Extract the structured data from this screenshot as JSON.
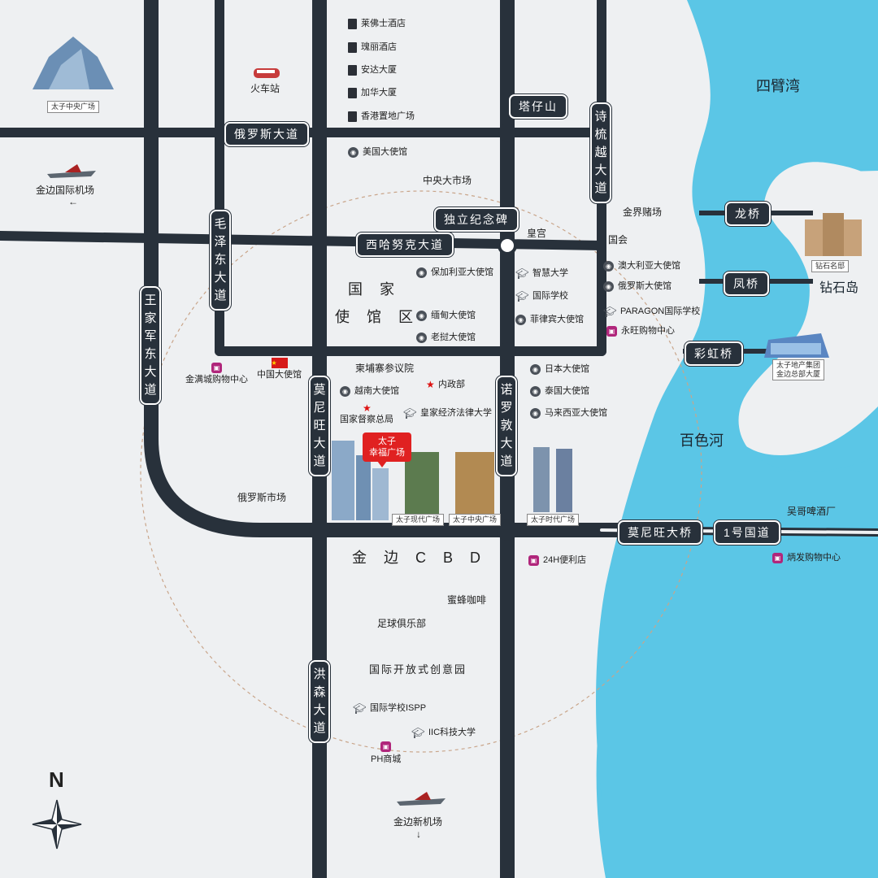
{
  "roads": {
    "russia_blvd": "俄罗斯大道",
    "sihanouk_blvd": "西哈努克大道",
    "mao_tse_tung_blvd": "毛泽东大道",
    "preah_monivong_blvd": "莫尼旺大道",
    "norodom_blvd": "诺罗敦大道",
    "sothearos_blvd": "诗梳越大道",
    "kampuchea_krom_blvd": "王家军东大道",
    "hun_sen_blvd": "洪森大道",
    "national_road_1": "1号国道",
    "monivong_bridge": "莫尼旺大桥",
    "dragon_bridge": "龙桥",
    "phoenix_bridge": "凤桥",
    "rainbow_bridge": "彩虹桥",
    "wat_phnom": "塔仔山",
    "independence_monument": "独立纪念碑"
  },
  "areas": {
    "embassy_line1": "国 家",
    "embassy_line2": "使 馆 区",
    "cbd": "金 边 C B D"
  },
  "water": {
    "tonle_sap_junction": "四臂湾",
    "bassac_river": "百色河",
    "diamond_island": "钻石岛"
  },
  "places": {
    "hotel_raffles": "莱佛士酒店",
    "hotel_rose": "瑰丽酒店",
    "building_anda": "安达大厦",
    "building_canadia": "加华大厦",
    "hk_land": "香港置地广场",
    "us_embassy": "美国大使馆",
    "central_market": "中央大市场",
    "royal_palace": "皇宫",
    "parliament": "国会",
    "naga_casino": "金界赌场",
    "train_station": "火车站",
    "airport": "金边国际机场",
    "airport_arrow": "←",
    "bulgarian_embassy": "保加利亚大使馆",
    "myanmar_embassy": "缅甸大使馆",
    "laos_embassy": "老挝大使馆",
    "smart_university": "智慧大学",
    "intl_school": "国际学校",
    "philippine_embassy": "菲律宾大使馆",
    "australia_embassy": "澳大利亚大使馆",
    "russia_embassy": "俄罗斯大使馆",
    "paragon_school": "PARAGON国际学校",
    "aeon_mall": "永旺购物中心",
    "cambodia_consulate": "柬埔寨参议院",
    "vietnam_embassy": "越南大使馆",
    "interior_ministry": "内政部",
    "national_police": "国家督察总局",
    "royal_law_univ": "皇家经济法律大学",
    "japan_embassy": "日本大使馆",
    "thai_embassy": "泰国大使馆",
    "malaysia_embassy": "马来西亚大使馆",
    "golden_mall": "金满城购物中心",
    "china_embassy": "中国大使馆",
    "russian_market": "俄罗斯市场",
    "store_24h": "24H便利店",
    "bee_coffee": "蜜蜂咖啡",
    "football_club": "足球俱乐部",
    "creative_park": "国际开放式创意园",
    "isPP_school": "国际学校ISPP",
    "iic_univ": "IIC科技大学",
    "ph_mall": "PH商城",
    "new_airport": "金边新机场",
    "new_airport_arrow": "↓",
    "beer_factory": "吴哥啤酒厂",
    "bingfa_mall": "炳发购物中心",
    "compass_n": "N"
  },
  "captions": {
    "prince_central_plaza_top": "太子中央广场",
    "diamond_mansion": "钻石名邸",
    "prince_hq_line1": "太子地产集团",
    "prince_hq_line2": "金边总部大厦",
    "prince_modern": "太子现代广场",
    "prince_central": "太子中央广场",
    "prince_time": "太子时代广场",
    "project_line1": "太子",
    "project_line2": "幸福广场"
  },
  "colors": {
    "road": "#28313b",
    "river": "#5bc6e6",
    "land": "#eef0f2",
    "highlight": "#e02121"
  }
}
